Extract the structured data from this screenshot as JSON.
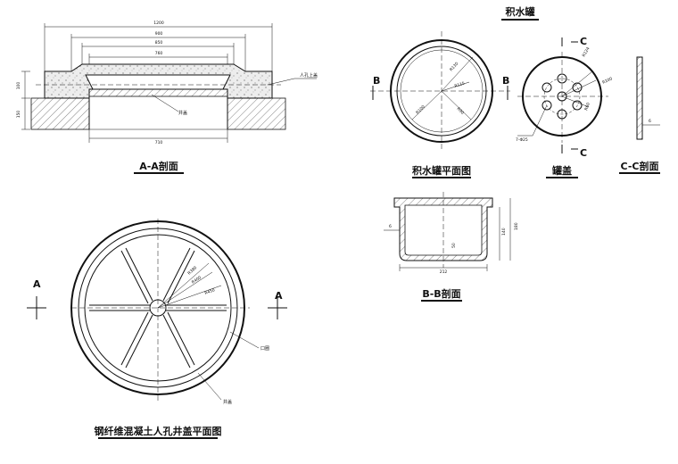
{
  "titles": {
    "aa_section": "A-A剖面",
    "water_tank": "积水罐",
    "tank_plan": "积水罐平面图",
    "tank_cover": "罐盖",
    "cc_section": "C-C剖面",
    "bb_section": "B-B剖面",
    "cover_plan": "钢纤维混凝土人孔井盖平面图"
  },
  "section_marks": {
    "a": "A",
    "b": "B",
    "c": "C"
  },
  "aa_dims": {
    "d1200": "1200",
    "d900": "900",
    "d850": "850",
    "d760": "760",
    "d710": "710",
    "h100": "100",
    "h150": "150",
    "note_manhole_seat": "人孔上盖",
    "note_cover": "井盖"
  },
  "tank_plan_dims": {
    "r130": "R130",
    "r115": "R115",
    "r100": "R100",
    "r90": "R90"
  },
  "tank_cover_dims": {
    "r124": "R124",
    "r100": "R100",
    "r60": "R60",
    "holes": "7-Φ25"
  },
  "cc_dims": {
    "t6": "6"
  },
  "bb_dims": {
    "w212": "212",
    "h6": "6",
    "h140": "140",
    "h180": "180",
    "r50": "50"
  },
  "cover_plan_dims": {
    "r380": "R380",
    "r400": "R400",
    "r450": "R450",
    "note_frame": "口圈",
    "note_cover": "井盖"
  }
}
